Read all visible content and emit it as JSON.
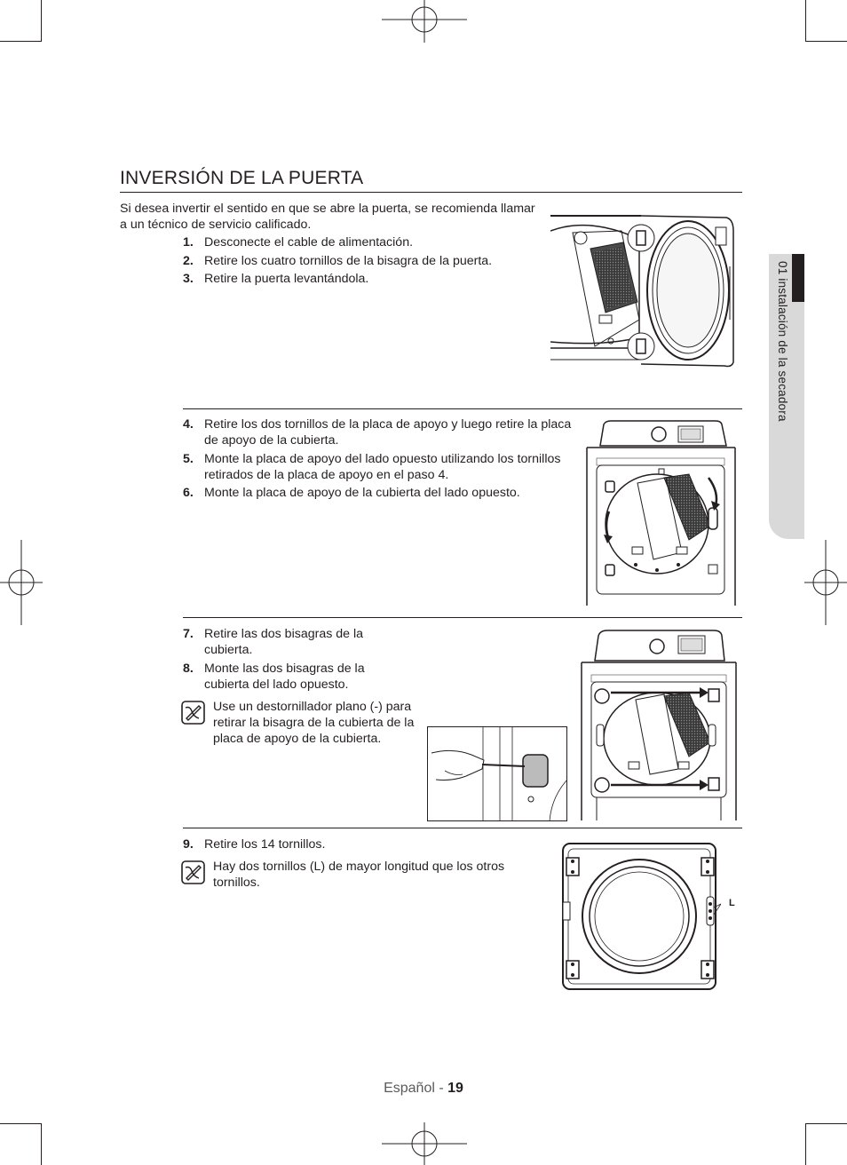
{
  "section": {
    "title": "INVERSIÓN DE LA PUERTA",
    "intro": "Si desea invertir el sentido en que se abre la puerta, se recomienda llamar a un técnico de servicio calificado."
  },
  "steps_group_1": [
    {
      "num": "1.",
      "text": "Desconecte el cable de alimentación."
    },
    {
      "num": "2.",
      "text": "Retire los cuatro tornillos de la bisagra de la puerta."
    },
    {
      "num": "3.",
      "text": "Retire la puerta levantándola."
    }
  ],
  "steps_group_2": [
    {
      "num": "4.",
      "text": "Retire los dos tornillos de la placa de apoyo y luego retire la placa de apoyo de la cubierta."
    },
    {
      "num": "5.",
      "text": "Monte la placa de apoyo del lado opuesto utilizando los tornillos retirados de la placa de apoyo en el paso 4."
    },
    {
      "num": "6.",
      "text": "Monte la placa de apoyo de la cubierta del lado opuesto."
    }
  ],
  "steps_group_3": [
    {
      "num": "7.",
      "text": "Retire las dos bisagras de la cubierta."
    },
    {
      "num": "8.",
      "text": "Monte las dos bisagras de la cubierta del lado opuesto."
    }
  ],
  "note_1": "Use un destornillador plano (-) para retirar la bisagra de la cubierta de la placa de apoyo de la cubierta.",
  "steps_group_4": [
    {
      "num": "9.",
      "text": "Retire los 14 tornillos."
    }
  ],
  "note_2": "Hay dos tornillos (L) de mayor longitud que los otros tornillos.",
  "figure_label_L": "L",
  "side_tab": "01 instalación de la secadora",
  "footer": {
    "language": "Español - ",
    "page": "19"
  },
  "icons": {
    "note": "pencil-note-icon",
    "registration": "registration-mark-icon"
  }
}
